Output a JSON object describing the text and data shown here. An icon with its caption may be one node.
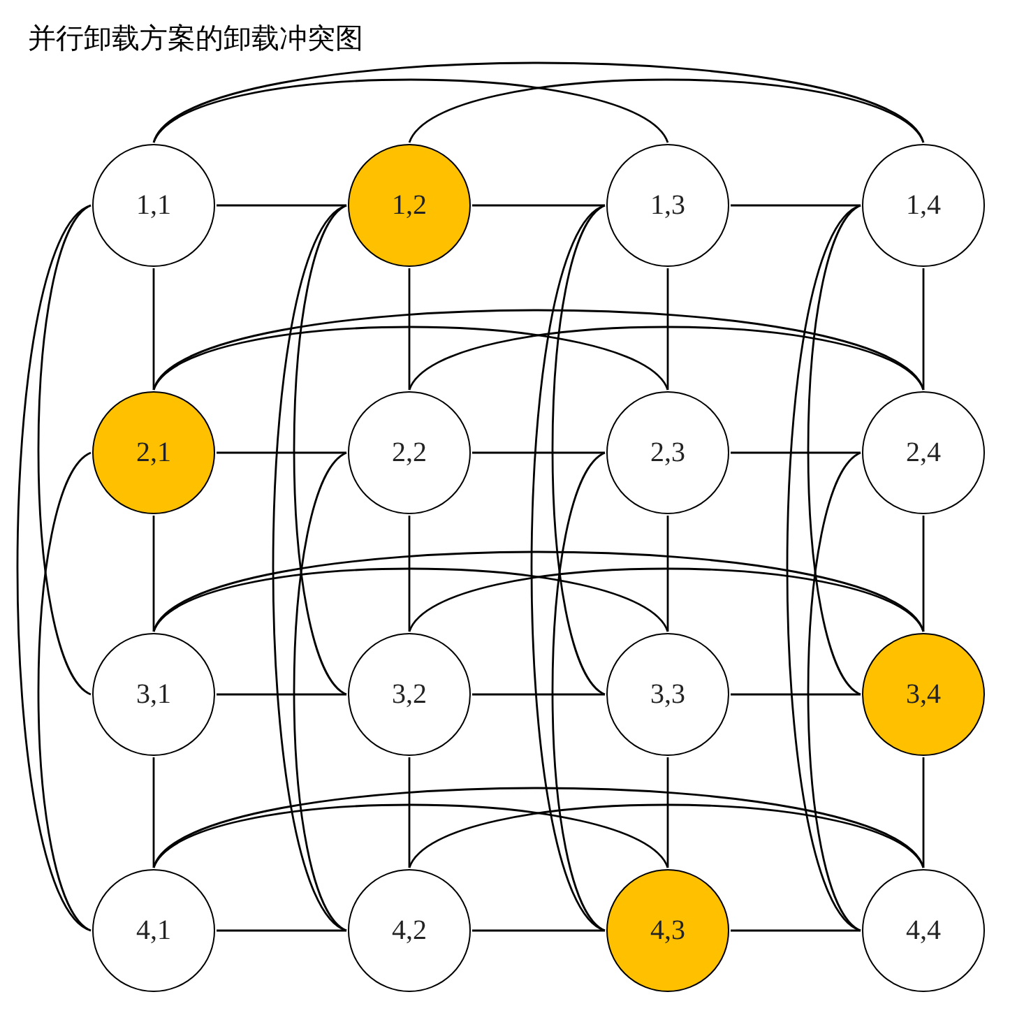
{
  "diagram": {
    "title": "并行卸载方案的卸载冲突图",
    "nodes": [
      {
        "text": [
          "1,1"
        ]
      },
      {
        "text": [
          "1,2"
        ]
      },
      {
        "text": [
          "1,3"
        ]
      },
      {
        "text": [
          "1,4"
        ]
      },
      {
        "text": [
          "2,1"
        ]
      },
      {
        "text": [
          "2,2"
        ]
      },
      {
        "text": [
          "2,3"
        ]
      },
      {
        "text": [
          "2,4"
        ]
      },
      {
        "text": [
          "3,1"
        ]
      },
      {
        "text": [
          "3,2"
        ]
      },
      {
        "text": [
          "3,3"
        ]
      },
      {
        "text": [
          "3,4"
        ]
      },
      {
        "text": [
          "4,1"
        ]
      },
      {
        "text": [
          "4,2"
        ]
      },
      {
        "text": [
          "4,3"
        ]
      },
      {
        "text": [
          "4,4"
        ]
      }
    ],
    "edges": [
      {
        "from": 0,
        "to": 1,
        "arrow": "none"
      },
      {
        "from": 0,
        "to": 2,
        "arrow": "none"
      },
      {
        "from": 0,
        "to": 3,
        "arrow": "none"
      },
      {
        "from": 1,
        "to": 2,
        "arrow": "none"
      },
      {
        "from": 1,
        "to": 3,
        "arrow": "none"
      },
      {
        "from": 2,
        "to": 3,
        "arrow": "none"
      },
      {
        "from": 4,
        "to": 5,
        "arrow": "none"
      },
      {
        "from": 4,
        "to": 6,
        "arrow": "none"
      },
      {
        "from": 4,
        "to": 7,
        "arrow": "none"
      },
      {
        "from": 5,
        "to": 6,
        "arrow": "none"
      },
      {
        "from": 5,
        "to": 7,
        "arrow": "none"
      },
      {
        "from": 6,
        "to": 7,
        "arrow": "none"
      },
      {
        "from": 8,
        "to": 9,
        "arrow": "none"
      },
      {
        "from": 8,
        "to": 10,
        "arrow": "none"
      },
      {
        "from": 8,
        "to": 11,
        "arrow": "none"
      },
      {
        "from": 9,
        "to": 10,
        "arrow": "none"
      },
      {
        "from": 9,
        "to": 11,
        "arrow": "none"
      },
      {
        "from": 10,
        "to": 11,
        "arrow": "none"
      },
      {
        "from": 12,
        "to": 13,
        "arrow": "none"
      },
      {
        "from": 12,
        "to": 14,
        "arrow": "none"
      },
      {
        "from": 12,
        "to": 15,
        "arrow": "none"
      },
      {
        "from": 13,
        "to": 14,
        "arrow": "none"
      },
      {
        "from": 13,
        "to": 15,
        "arrow": "none"
      },
      {
        "from": 14,
        "to": 15,
        "arrow": "none"
      },
      {
        "from": 0,
        "to": 4,
        "arrow": "none"
      },
      {
        "from": 0,
        "to": 8,
        "arrow": "none"
      },
      {
        "from": 0,
        "to": 12,
        "arrow": "none"
      },
      {
        "from": 4,
        "to": 8,
        "arrow": "none"
      },
      {
        "from": 4,
        "to": 12,
        "arrow": "none"
      },
      {
        "from": 8,
        "to": 12,
        "arrow": "none"
      },
      {
        "from": 1,
        "to": 5,
        "arrow": "none"
      },
      {
        "from": 1,
        "to": 9,
        "arrow": "none"
      },
      {
        "from": 1,
        "to": 13,
        "arrow": "none"
      },
      {
        "from": 5,
        "to": 9,
        "arrow": "none"
      },
      {
        "from": 5,
        "to": 13,
        "arrow": "none"
      },
      {
        "from": 9,
        "to": 13,
        "arrow": "none"
      },
      {
        "from": 2,
        "to": 6,
        "arrow": "none"
      },
      {
        "from": 2,
        "to": 10,
        "arrow": "none"
      },
      {
        "from": 2,
        "to": 14,
        "arrow": "none"
      },
      {
        "from": 6,
        "to": 10,
        "arrow": "none"
      },
      {
        "from": 6,
        "to": 14,
        "arrow": "none"
      },
      {
        "from": 10,
        "to": 14,
        "arrow": "none"
      },
      {
        "from": 3,
        "to": 7,
        "arrow": "none"
      },
      {
        "from": 3,
        "to": 11,
        "arrow": "none"
      },
      {
        "from": 3,
        "to": 15,
        "arrow": "none"
      },
      {
        "from": 7,
        "to": 11,
        "arrow": "none"
      },
      {
        "from": 7,
        "to": 15,
        "arrow": "none"
      },
      {
        "from": 11,
        "to": 15,
        "arrow": "none"
      }
    ]
  }
}
